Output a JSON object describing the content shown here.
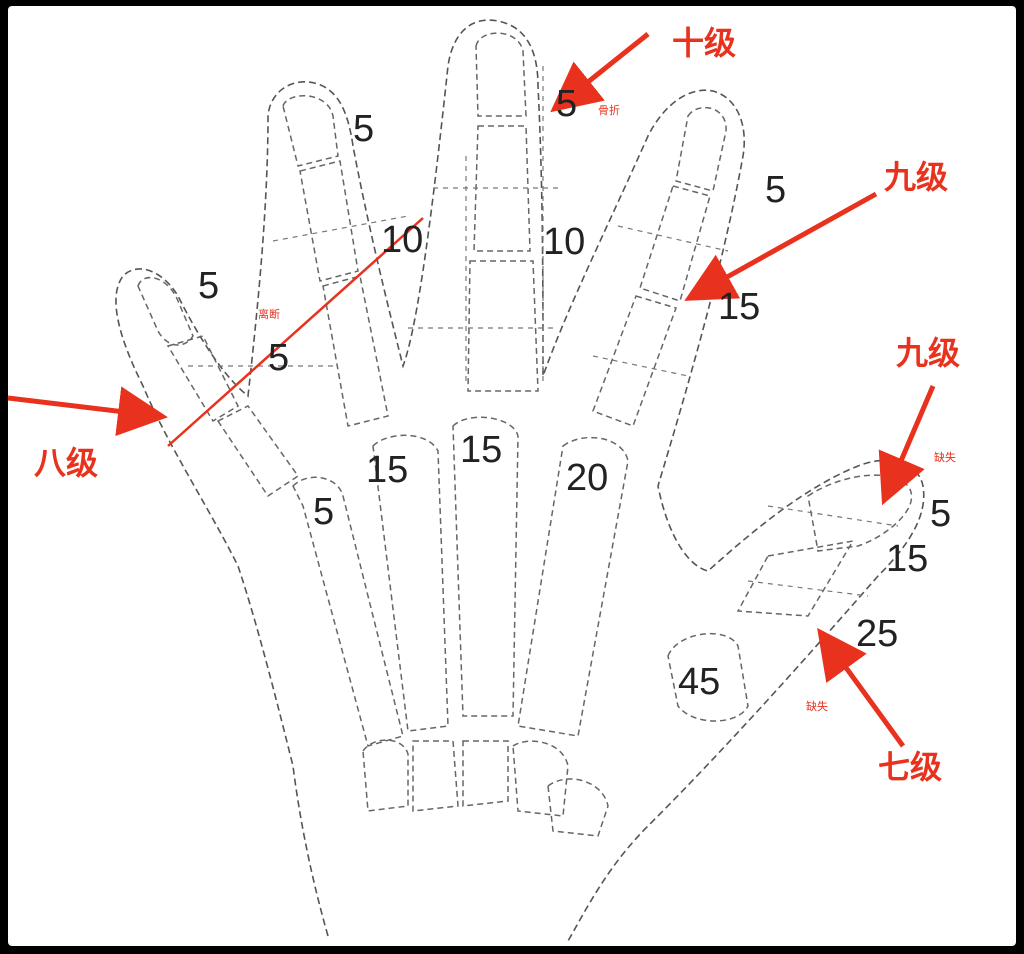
{
  "percentages": {
    "little_tip": "5",
    "little_mid": "5",
    "ring_tip": "5",
    "ring_mid": "10",
    "middle_tip": "5",
    "middle_mid": "10",
    "index_tip": "5",
    "index_mid": "15",
    "meta_little": "5",
    "meta_ring": "15",
    "meta_middle": "15",
    "meta_index": "20",
    "thumb_tip": "5",
    "thumb_ip": "15",
    "thumb_mcp": "25",
    "thumb_meta": "45"
  },
  "grades": {
    "top": "十级",
    "right_upper": "九级",
    "right_mid": "九级",
    "left": "八级",
    "bottom_right": "七级"
  },
  "notes": {
    "top": "骨折",
    "left": "离断",
    "thumb_upper": "缺失",
    "thumb_lower": "缺失"
  },
  "colors": {
    "accent": "#e8321e",
    "line": "#555555"
  }
}
